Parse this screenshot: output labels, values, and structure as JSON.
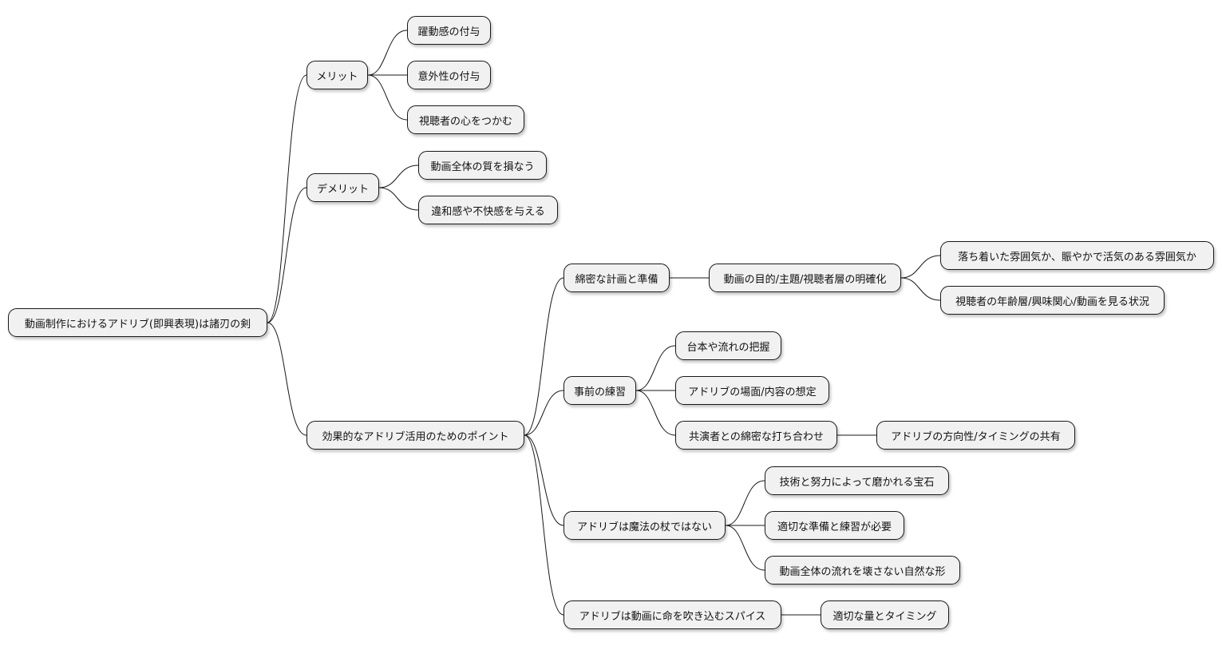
{
  "mindmap": {
    "root": "動画制作におけるアドリブ(即興表現)は諸刃の剣",
    "merit": {
      "label": "メリット",
      "items": [
        "躍動感の付与",
        "意外性の付与",
        "視聴者の心をつかむ"
      ]
    },
    "demerit": {
      "label": "デメリット",
      "items": [
        "動画全体の質を損なう",
        "違和感や不快感を与える"
      ]
    },
    "points": {
      "label": "効果的なアドリブ活用のためのポイント",
      "planning": {
        "label": "綿密な計画と準備",
        "clarify": {
          "label": "動画の目的/主題/視聴者層の明確化",
          "items": [
            "落ち着いた雰囲気か、賑やかで活気のある雰囲気か",
            "視聴者の年齢層/興味関心/動画を見る状況"
          ]
        }
      },
      "practice": {
        "label": "事前の練習",
        "items": [
          "台本や流れの把握",
          "アドリブの場面/内容の想定"
        ],
        "meeting": {
          "label": "共演者との綿密な打ち合わせ",
          "item": "アドリブの方向性/タイミングの共有"
        }
      },
      "not_magic": {
        "label": "アドリブは魔法の杖ではない",
        "items": [
          "技術と努力によって磨かれる宝石",
          "適切な準備と練習が必要",
          "動画全体の流れを壊さない自然な形"
        ]
      },
      "spice": {
        "label": "アドリブは動画に命を吹き込むスパイス",
        "item": "適切な量とタイミング"
      }
    }
  }
}
